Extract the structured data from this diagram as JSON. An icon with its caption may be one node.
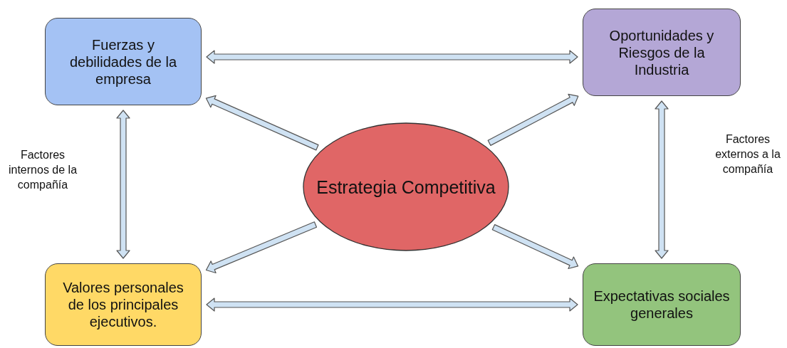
{
  "diagram": {
    "nodes": [
      {
        "text": [
          "Fuerzas y debilidades de la empresa"
        ]
      },
      {
        "text": [
          "Oportunidades y Riesgos de la Industria"
        ]
      },
      {
        "text": [
          "Estrategia Competitiva"
        ]
      },
      {
        "text": [
          "Valores personales de los principales ejecutivos."
        ]
      },
      {
        "text": [
          "Expectativas sociales generales"
        ]
      }
    ],
    "edges": [
      {
        "from": 0,
        "to": 1,
        "arrow": "both"
      },
      {
        "from": 2,
        "to": 0,
        "arrow": "to"
      },
      {
        "from": 2,
        "to": 1,
        "arrow": "to"
      },
      {
        "from": 0,
        "to": 3,
        "arrow": "both"
      },
      {
        "from": 1,
        "to": 4,
        "arrow": "both"
      },
      {
        "from": 2,
        "to": 3,
        "arrow": "to"
      },
      {
        "from": 2,
        "to": 4,
        "arrow": "to"
      },
      {
        "from": 3,
        "to": 4,
        "arrow": "both"
      }
    ],
    "labels": [
      "Factores internos de la compañía",
      "Factores externos a la compañía"
    ]
  }
}
